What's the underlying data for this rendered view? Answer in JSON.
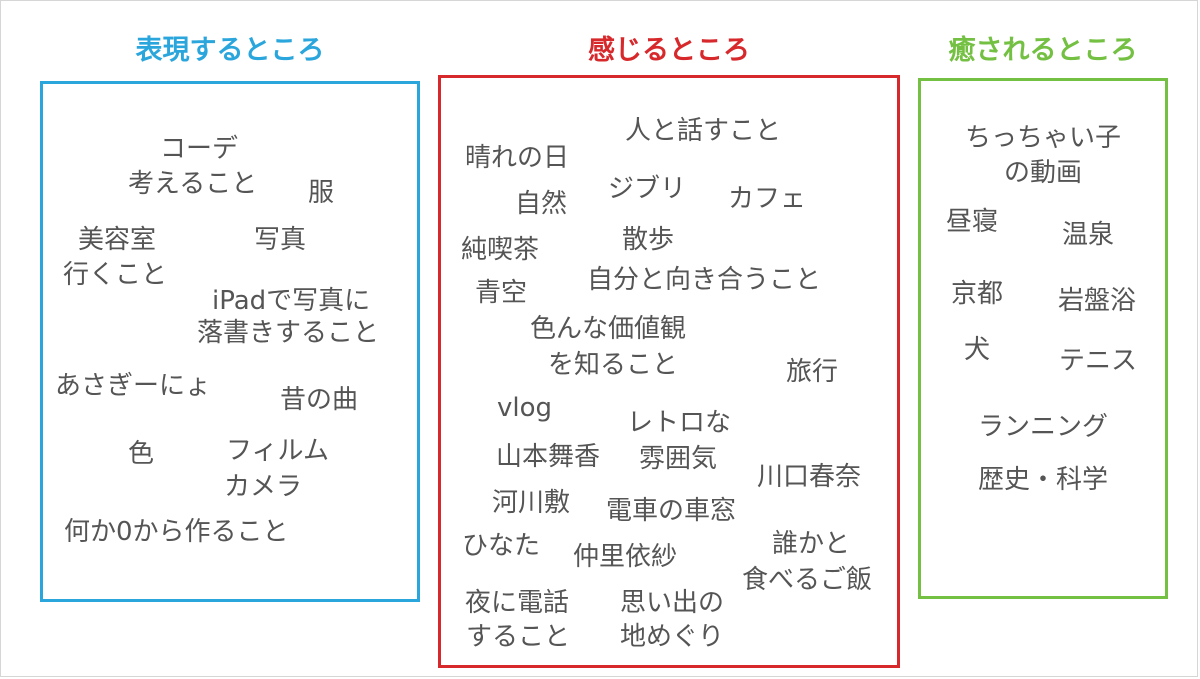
{
  "colors": {
    "express": "#2ba6dc",
    "feel": "#d7292c",
    "heal": "#74c043",
    "text": "#555555"
  },
  "columns": [
    {
      "title": "表現するところ",
      "items": [
        "コーデ",
        "考えること",
        "服",
        "美容室",
        "行くこと",
        "写真",
        "iPadで写真に",
        "落書きすること",
        "あさぎーにょ",
        "昔の曲",
        "色",
        "フィルム",
        "カメラ",
        "何か0から作ること"
      ]
    },
    {
      "title": "感じるところ",
      "items": [
        "人と話すこと",
        "晴れの日",
        "自然",
        "ジブリ",
        "カフェ",
        "純喫茶",
        "散歩",
        "青空",
        "自分と向き合うこと",
        "色んな価値観",
        "を知ること",
        "旅行",
        "vlog",
        "レトロな",
        "雰囲気",
        "山本舞香",
        "川口春奈",
        "河川敷",
        "電車の車窓",
        "ひなた",
        "仲里依紗",
        "誰かと",
        "食べるご飯",
        "夜に電話",
        "すること",
        "思い出の",
        "地めぐり"
      ]
    },
    {
      "title": "癒されるところ",
      "items": [
        "ちっちゃい子",
        "の動画",
        "昼寝",
        "温泉",
        "京都",
        "岩盤浴",
        "犬",
        "テニス",
        "ランニング",
        "歴史・科学"
      ]
    }
  ]
}
